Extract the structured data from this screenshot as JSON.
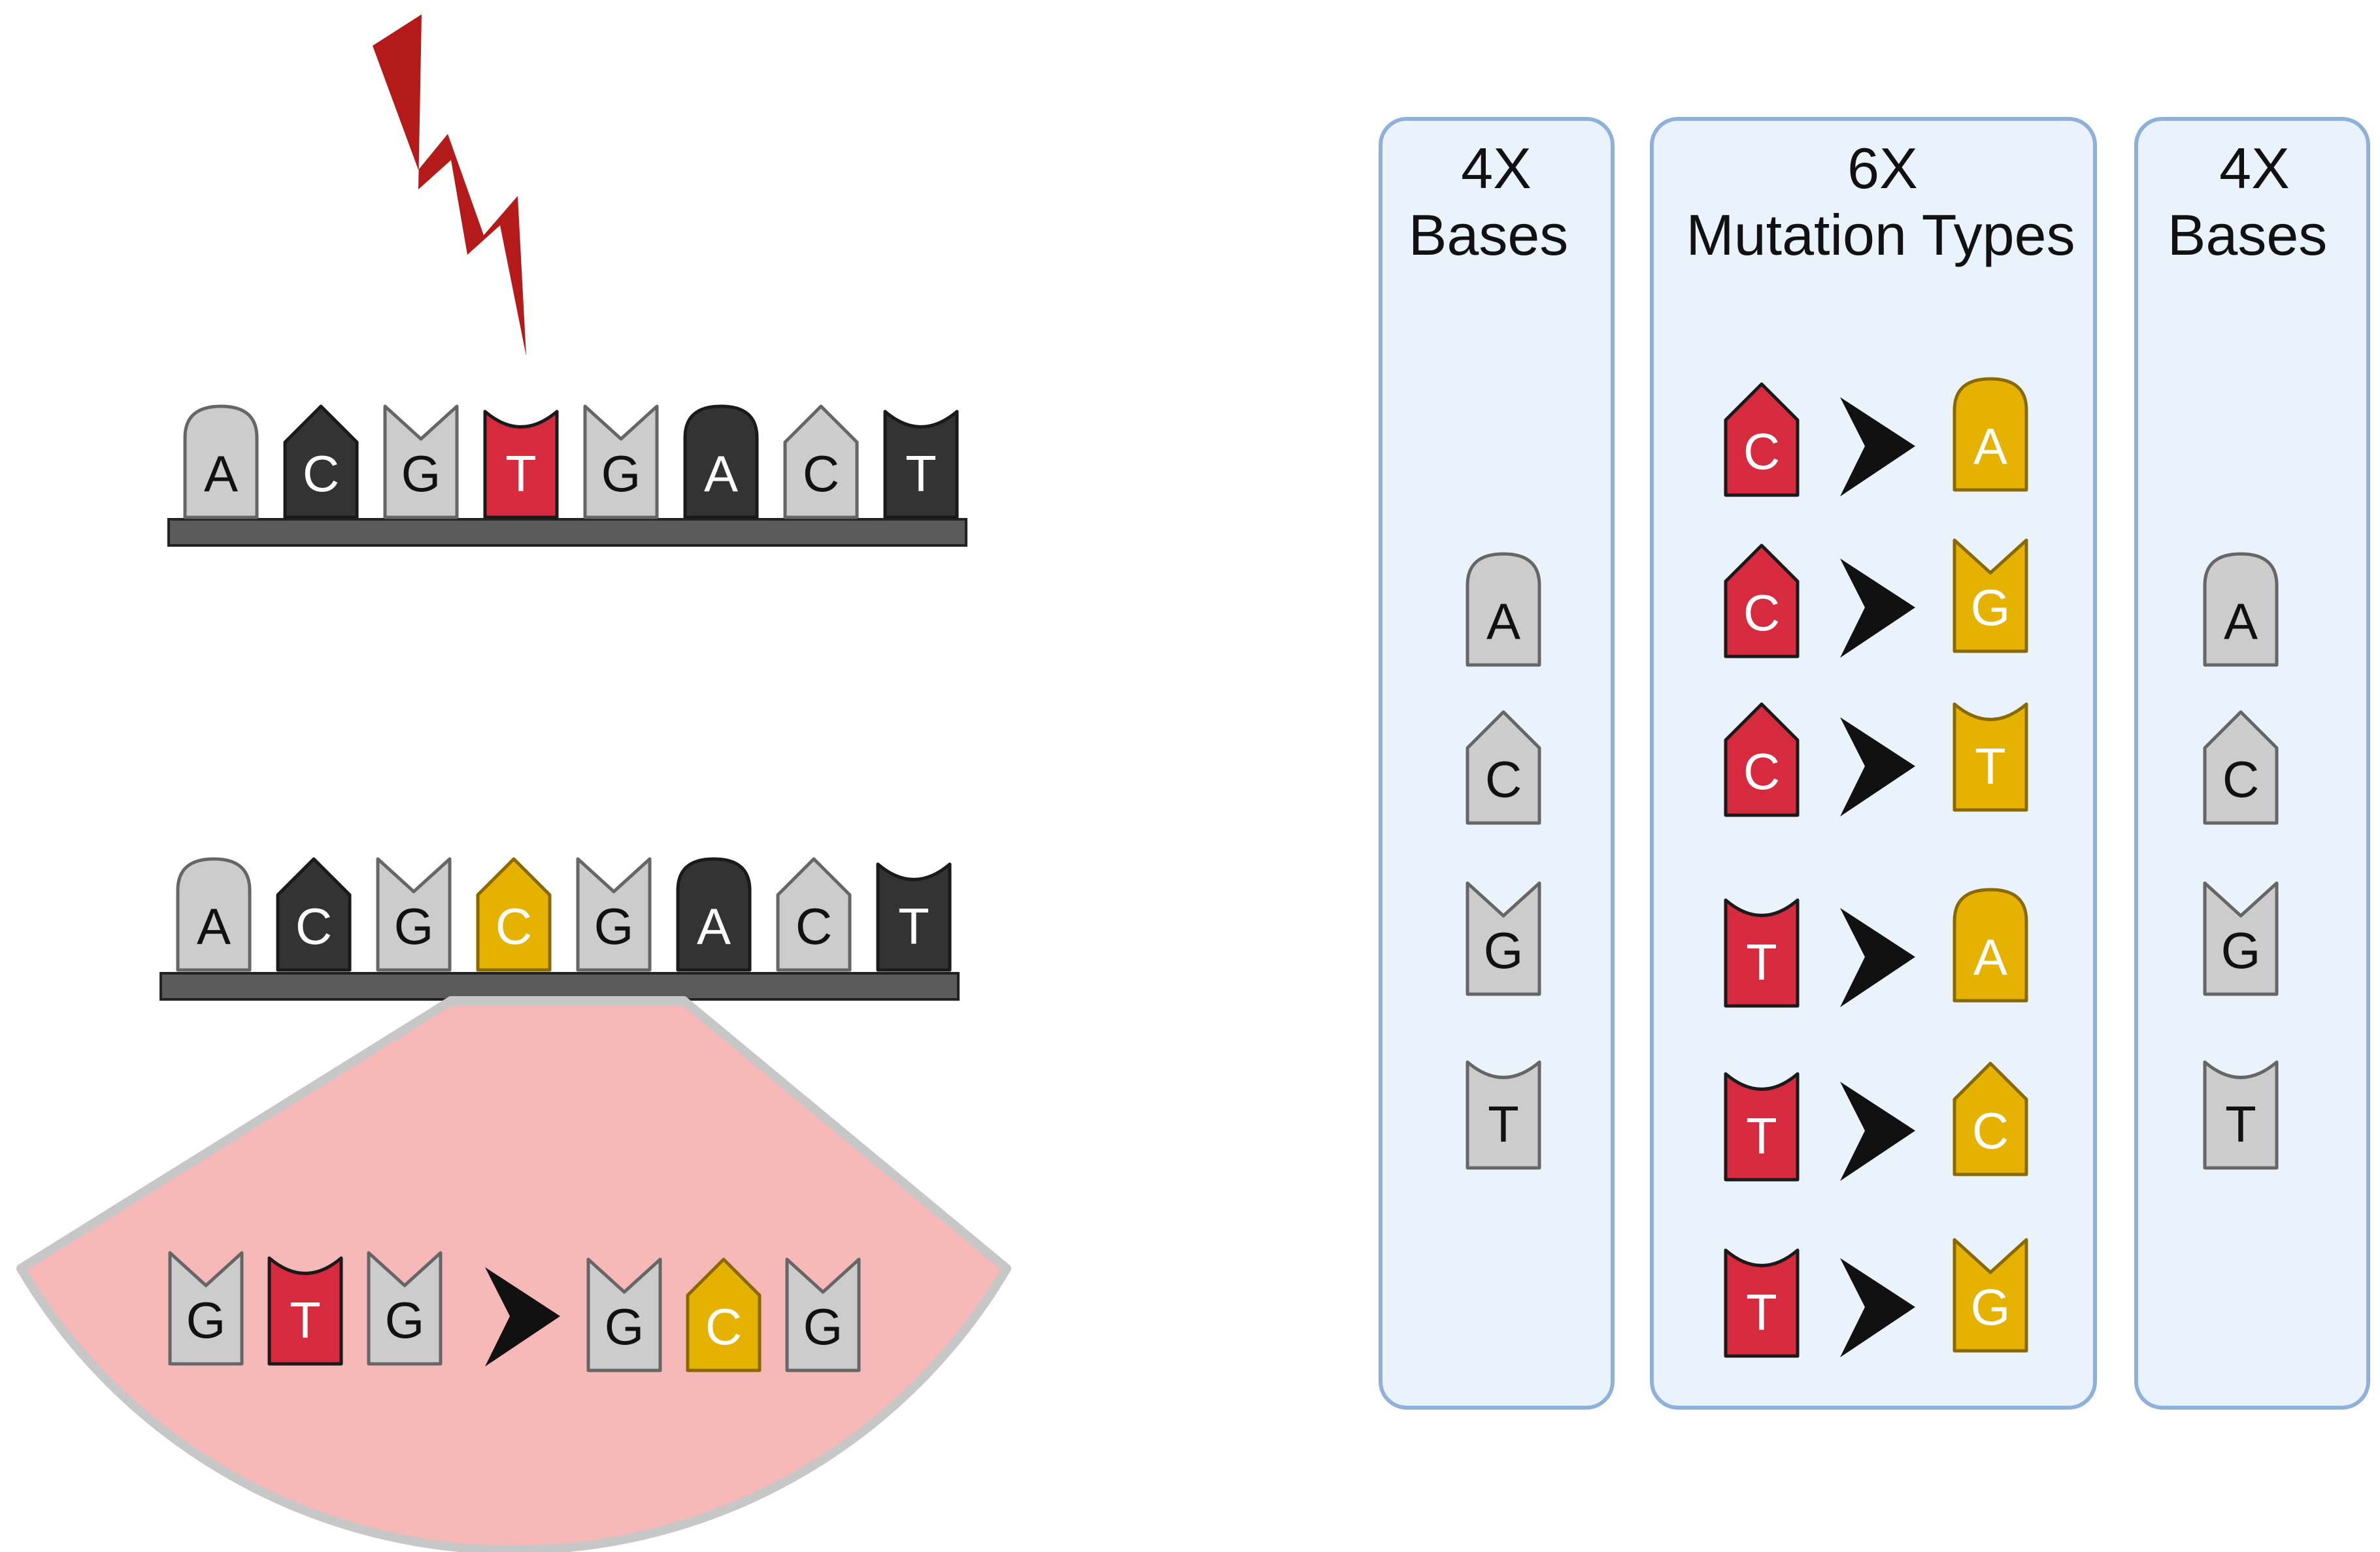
{
  "colors": {
    "light": "#cccccc",
    "dark": "#333333",
    "red": "#d62a3e",
    "yellow": "#e6b200",
    "backbone": "#5a5a5a",
    "bolt": "#b51a1a",
    "fan_fill": "#f7b9b7",
    "fan_stroke": "#c7c7c7",
    "panel_fill": "#eaf3fb",
    "panel_stroke": "#8fb0d8"
  },
  "dna_top": {
    "bases": [
      {
        "letter": "A",
        "color": "light"
      },
      {
        "letter": "C",
        "color": "dark"
      },
      {
        "letter": "G",
        "color": "light"
      },
      {
        "letter": "T",
        "color": "red"
      },
      {
        "letter": "G",
        "color": "light"
      },
      {
        "letter": "A",
        "color": "dark"
      },
      {
        "letter": "C",
        "color": "light"
      },
      {
        "letter": "T",
        "color": "dark"
      }
    ]
  },
  "dna_bottom": {
    "bases": [
      {
        "letter": "A",
        "color": "light"
      },
      {
        "letter": "C",
        "color": "dark"
      },
      {
        "letter": "G",
        "color": "light"
      },
      {
        "letter": "C",
        "color": "yellow"
      },
      {
        "letter": "G",
        "color": "light"
      },
      {
        "letter": "A",
        "color": "dark"
      },
      {
        "letter": "C",
        "color": "light"
      },
      {
        "letter": "T",
        "color": "dark"
      }
    ]
  },
  "zoom": {
    "before": [
      {
        "letter": "G",
        "color": "light"
      },
      {
        "letter": "T",
        "color": "red"
      },
      {
        "letter": "G",
        "color": "light"
      }
    ],
    "after": [
      {
        "letter": "G",
        "color": "light"
      },
      {
        "letter": "C",
        "color": "yellow"
      },
      {
        "letter": "G",
        "color": "light"
      }
    ]
  },
  "panels": {
    "left": {
      "title_line1": "4X",
      "title_line2": "Bases",
      "bases": [
        "A",
        "C",
        "G",
        "T"
      ]
    },
    "middle": {
      "title_line1": "6X",
      "title_line2": "Mutation Types",
      "mutations": [
        {
          "from": "C",
          "to": "A"
        },
        {
          "from": "C",
          "to": "G"
        },
        {
          "from": "C",
          "to": "T"
        },
        {
          "from": "T",
          "to": "A"
        },
        {
          "from": "T",
          "to": "C"
        },
        {
          "from": "T",
          "to": "G"
        }
      ]
    },
    "right": {
      "title_line1": "4X",
      "title_line2": "Bases",
      "bases": [
        "A",
        "C",
        "G",
        "T"
      ]
    }
  }
}
